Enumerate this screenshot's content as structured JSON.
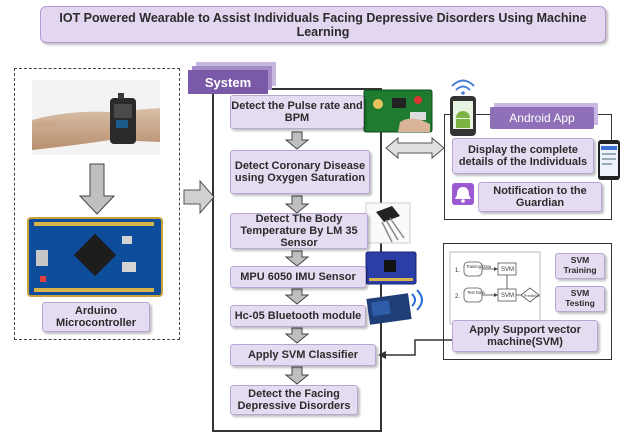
{
  "title": "IOT Powered Wearable to Assist Individuals Facing Depressive Disorders Using Machine Learning",
  "system_tab": "System",
  "android_tab": "Android App",
  "arduino_label": "Arduino Microcontroller",
  "steps": [
    "Detect the Pulse rate and BPM",
    "Detect Coronary Disease using Oxygen Saturation",
    "Detect The Body Temperature By LM 35 Sensor",
    "MPU 6050 IMU Sensor",
    "Hc-05 Bluetooth module",
    "Apply SVM Classifier",
    "Detect  the Facing Depressive Disorders"
  ],
  "android": {
    "display": "Display the complete details of the Individuals",
    "notification": "Notification to the Guardian"
  },
  "svm": {
    "training": "SVM Training",
    "testing": "SVM Testing",
    "apply": "Apply Support vector machine(SVM)",
    "flow": {
      "row1_index": "1.",
      "row2_index": "2.",
      "training_data": "Training Data",
      "test_data": "Test Data",
      "svm": "SVM",
      "prediction": "Prediction"
    }
  },
  "colors": {
    "box_fill": "#e6dcf2",
    "system_tab": "#7a5aa8",
    "android_tab": "#8f70b8",
    "arrow_fill": "#bfbfbf"
  },
  "icons": [
    "wearable-wrist-photo",
    "arduino-board-image",
    "pulse-sensor-image",
    "lm35-sensor-image",
    "mpu6050-image",
    "bluetooth-module-image",
    "android-phone-icon",
    "bell-icon",
    "smartphone-icon"
  ]
}
